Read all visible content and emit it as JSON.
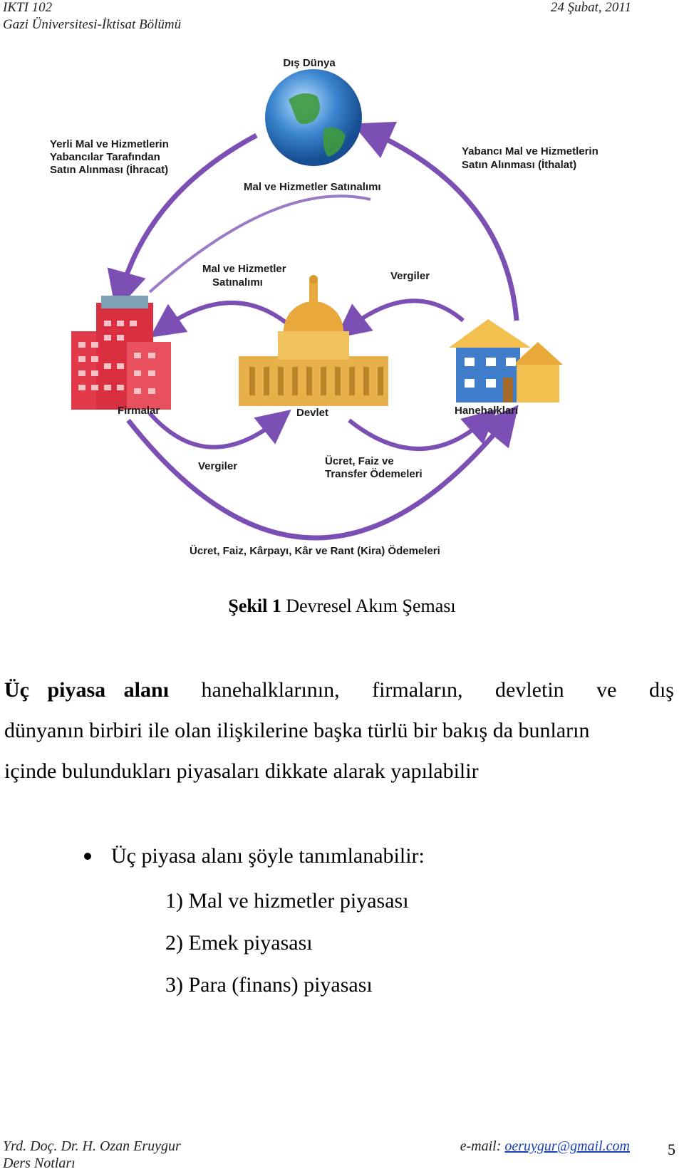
{
  "header": {
    "course": "IKTI 102",
    "department": "Gazi Üniversitesi-İktisat Bölümü",
    "date": "24 Şubat, 2011"
  },
  "diagram": {
    "labels": {
      "dis_dunya": "Dış Dünya",
      "ihracat_1": "Yerli Mal ve Hizmetlerin",
      "ihracat_2": "Yabancılar Tarafından",
      "ihracat_3": "Satın Alınması (İhracat)",
      "ithalat_1": "Yabancı Mal ve Hizmetlerin",
      "ithalat_2": "Satın Alınması (İthalat)",
      "mal_hizmet_top": "Mal ve Hizmetler Satınalımı",
      "mal_hizmet_gov_1": "Mal ve Hizmetler",
      "mal_hizmet_gov_2": "Satınalımı",
      "vergiler_top": "Vergiler",
      "firmalar": "Firmalar",
      "devlet": "Devlet",
      "hanehalklari": "Hanehalkları",
      "vergiler_bottom": "Vergiler",
      "transfer_1": "Ücret, Faiz ve",
      "transfer_2": "Transfer Ödemeleri",
      "bottom_flow": "Ücret, Faiz, Kârpayı, Kâr ve Rant (Kira) Ödemeleri"
    },
    "colors": {
      "arrow": "#7b4fb3",
      "firm": "#e23a4a",
      "gov": "#e8b04a",
      "house": "#3f7cc9",
      "globe": "#2f74c0"
    }
  },
  "caption": {
    "bold": "Şekil 1",
    "text": "Devresel Akım Şeması"
  },
  "paragraph": {
    "bold": "Üç piyasa alanı",
    "line1_words": [
      "hanehalklarının,",
      "firmaların,",
      "devletin",
      "ve",
      "dış"
    ],
    "line2": "dünyanın birbiri ile olan ilişkilerine başka türlü bir bakış da bunların",
    "line3": "içinde bulundukları piyasaları dikkate alarak yapılabilir"
  },
  "bullet": "Üç piyasa alanı şöyle tanımlanabilir:",
  "list": [
    "1) Mal ve hizmetler piyasası",
    "2) Emek piyasası",
    "3) Para (finans) piyasası"
  ],
  "footer": {
    "author": "Yrd. Doç. Dr. H. Ozan Eruygur",
    "notes": "Ders Notları",
    "email_label": "e-mail:",
    "email": "oeruygur@gmail.com",
    "page": "5"
  }
}
